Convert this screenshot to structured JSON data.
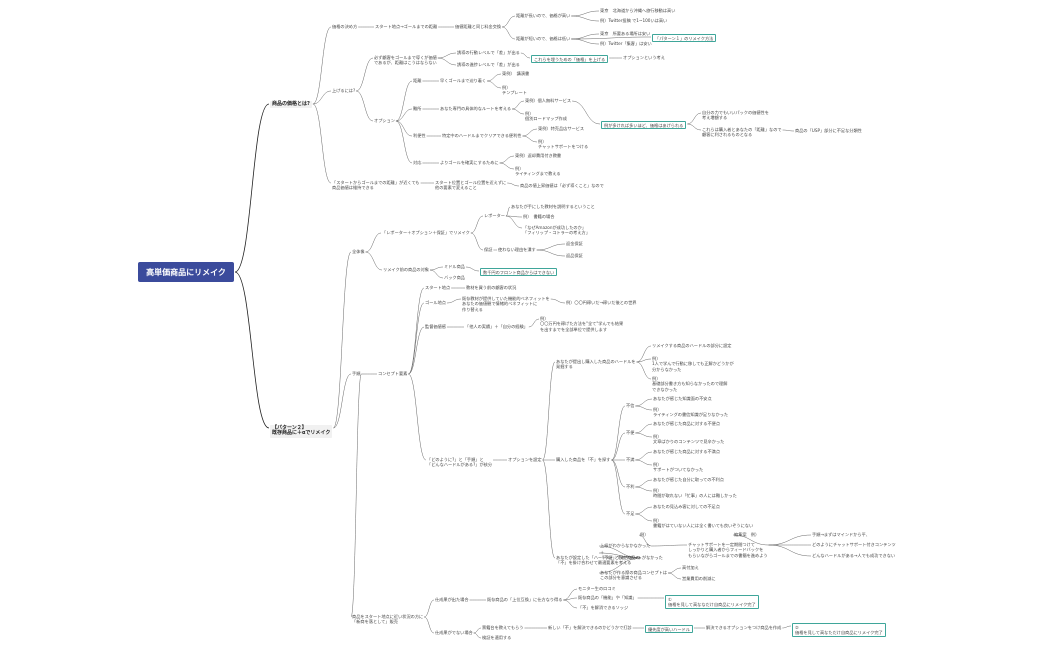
{
  "root": "高単価商品にリメイク",
  "nodes": {
    "b1": "商品の価格とは?",
    "b2": "【パターン２】\n既存商品に＋αでリメイク",
    "t1": "価格の決め方",
    "t1a": "スタート地点→ゴールまでの距離",
    "t1b": "価値距離と同じ料金交換",
    "t1c": "距離が長いので、価格が高い",
    "t1d": "距離が短いので、価格は低い",
    "t1e": "東京　北海道から沖縄へ旅行移動は高い",
    "t1f": "例）Twitter投稿 で1~100いは高い",
    "t1g": "東京　所要ある場所は安い",
    "t1h": "例）Twitter「集客」は安い",
    "t1box": "「パターン１」のリメイク方法",
    "t2": "上げるには?",
    "t2a": "必ず顧客をゴールまで導くが価値\nであるが、距離はこうはならない",
    "t2b": "誘導の行動レベルで「差」が出る",
    "t2c": "誘導の進捗レベルで「差」が出る",
    "t2box": "これらを埋うための「価格」を上げる",
    "t2d": "オプションという考え",
    "t3": "オプション",
    "t3a": "距離",
    "t3a1": "早くゴールまで辿り着く",
    "t3a2": "東例）　講演書",
    "t3a3": "例）\nテンプレート",
    "t3b": "難所",
    "t3b1": "あなた専門の具体的なルートを考える",
    "t3b2": "東例）個人無料サービス",
    "t3b3": "例）\n個別ロードマップ作成",
    "t3c": "利便性",
    "t3c1": "特定中のハードルまでクリアできる便利性",
    "t3c2": "東例）特売品店サービス",
    "t3c3": "例）\nチャットサポートをつける",
    "t3d": "対応",
    "t3d1": "よりゴールを確実にするために",
    "t3d2": "東例）返却費用付き教書",
    "t3d3": "例）\nライティングまで教える",
    "t3box": "例が多ければ多いほど、価格はあげられる",
    "t3e": "自分の力でもいいパックの価値性を\n考え増額する",
    "t3f": "これらは購入者とあなたの「距離」なので\n顧客に利されるものとなる",
    "t3g": "商品の「USP」部分に不足な分類性",
    "t4": "「スタートからゴールまでの距離」が近くても\n商品価値は維持できる",
    "t4a": "スタート位置とゴール位置を近えずに\n他の要素で変えること",
    "t4b": "商品の値上昇価値は「必ず導くこと」なので",
    "c1": "全体像",
    "c1a": "「レポーター＋オプション＋保証」でリメイク",
    "c1a1": "レポーター",
    "c1a1a": "あなたが手にした教材を説明するということ",
    "c1a1b": "例）　書籍の場合",
    "c1a1c": "「なぜAmazonが成功したのか」\n「フィリップ・コトラーの考え方」",
    "c1a2": "保証",
    "c1a2a": "使わない理由を潰す",
    "c1a2b": "返金保証",
    "c1a2c": "返品保証",
    "c1b": "リメイク前の商品の対象",
    "c1b1": "ミドル商品",
    "c1b2": "バック商品",
    "c1box": "数千円のフロント商品からはできない",
    "c2": "手順",
    "c2a": "コンセプト要素",
    "c2a1": "スタート地点",
    "c2a1a": "教材を買う前の顧客の状況",
    "c2a2": "ゴール地点",
    "c2a2a": "既存教材が提供していた機能的ベネフィットを\nあなたの価値観で情緒的ベネフィットに\n作り替える",
    "c2a2b": "例）〇〇円稼いだ→稼いだ後との世界",
    "c2a3": "監督価値感",
    "c2a3a": "「他人の実績」＋「自分の経験」",
    "c2a3b": "例）\n〇〇万円を稼げた方法を\"全て\"学んでも結果\nを出すまでを全部単位で提供します",
    "c3": "「どのように?」と「手順」と\n「どんなハードルがある?」が核分",
    "c3a": "オプションを設定",
    "c3a1": "あなたが提出し購入した商品のハードルを\n発掘する",
    "c3a1a": "リメイクする商品のハードルの部分に設定",
    "c3a1b": "例）\n1人で学んで行動に移しても正解かどうかが\n分からなかった",
    "c3a1c": "例）\n基礎部分書き方も知らなかったので理解\nできなかった",
    "c3a2": "購入した商品を「不」を探す",
    "c3a2f1": "不信",
    "c3a2f1a": "あなたが感じた知識面の不安点",
    "c3a2f1b": "例）\nライティングの書信知識が足りなかった",
    "c3a2f2": "不便",
    "c3a2f2a": "あなたが感じた商品に対する不便点",
    "c3a2f2b": "例）\n文章ばかりのコンテンツで見辛かった",
    "c3a2f3": "不満",
    "c3a2f3a": "あなたが感じた商品に対する不満点",
    "c3a2f3b": "例）\nサポートがついてなかった",
    "c3a2f4": "不利",
    "c3a2f4a": "あなたが感じた自分に取っての不利点",
    "c3a2f4b": "例）\n時間が取れない「忙事」の人には難しかった",
    "c3a2f5": "不足",
    "c3a2f5a": "あなたの見込み客に対しての不足点",
    "c3a2f5b": "例）\n書籍がはていない人には全く書いても良いぞうにない",
    "c3a3": "あなたが設定した「ハードル」と現在商品の\n「不」を掛け合わせて最適要素を考える",
    "c3a3a": "上級がわからなかなかった",
    "c3a3b": "＋\n「不便」でのサポートがなかった",
    "c3a3c": "例）",
    "c3a3d": "チャットサポートを一定期間つけて\nしっかりと購入者からフィードバックを\nもらいながらゴールまでの書簡を進めよう",
    "c3a3e": "編集案　例）",
    "c3a3f": "手順→まずはマインドから平、",
    "c3a3g": "どのようにチャットサポート付きコンテンツ",
    "c3a3h": "どんなハードルがある→人でも成功できない",
    "c3a4": "あなたが作る際の商品コンセプトは\nこの部分を意識させる",
    "c3a4a": "高付加え",
    "c3a4b": "営業費用の削減に",
    "c4": "商品をスタート地点に近い状況の方に\n「新商を落として」販売",
    "c4a": "仕成果が出た場合",
    "c4a1": "既存商品の「上位互換」に仕方なり得る",
    "c4a1a": "モニター生のロコミ",
    "c4a1b": "既存商品の「機能」や「知識」",
    "c4a1c": "「不」を解消できるソッジ",
    "c4box1": "①\n価格を見して高ななだけ自商品にリメイク完了",
    "c4b": "仕成果がでない場合",
    "c4b1": "票籍台を教えてもらう",
    "c4b2": "新しい「不」を解決できるのかどうかで打診",
    "c4box2": "優先度が高いハードル",
    "c4b3": "解決できるオプションをつけ商品を作成",
    "c4b4": "検証を適用する",
    "c4box3": "②\n価格を見して高なただけ自商品にリメイク完了"
  }
}
